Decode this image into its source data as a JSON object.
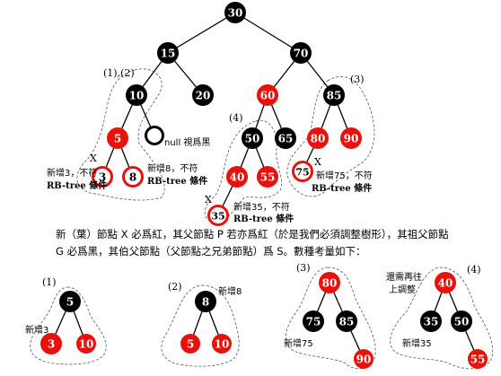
{
  "tree_nodes": {
    "n30": "30",
    "n15": "15",
    "n70": "70",
    "n10": "10",
    "n20": "20",
    "n60": "60",
    "n85": "85",
    "n5": "5",
    "n50": "50",
    "n65": "65",
    "n80": "80",
    "n90": "90",
    "n40": "40",
    "n55": "55",
    "n3": "3",
    "n8": "8",
    "n75": "75",
    "n35": "35"
  },
  "labels": {
    "case12": "(1),(2)",
    "case3": "(3)",
    "case4": "(4)",
    "null_label": "null 視爲黑",
    "x_label": "X",
    "add3_line1": "新增3，不符",
    "add3_line2": "RB-tree 條件",
    "add8_line1": "新增8，不符",
    "add8_line2": "RB-tree 條件",
    "add75_line1": "新增75，不符",
    "add75_line2": "RB-tree 條件",
    "add35_line1": "新增35，不符",
    "add35_line2": "RB-tree 條件"
  },
  "paragraph": {
    "line1": "新（葉）節點 X 必爲紅，其父節點 P 若亦爲紅（於是我們必須調整樹形），其祖父節點",
    "line2": "G 必爲黑，其伯父節點（父節點之兄弟節點）爲 S。數種考量如下："
  },
  "cases": {
    "c1": {
      "tag": "(1)",
      "root": "5",
      "left": "3",
      "right": "10",
      "note": "新增3"
    },
    "c2": {
      "tag": "(2)",
      "root": "8",
      "left": "5",
      "right": "10",
      "note": "新增8"
    },
    "c3": {
      "tag": "(3)",
      "root": "80",
      "left": "75",
      "right": "85",
      "child": "90",
      "note": "新增75"
    },
    "c4": {
      "tag": "(4)",
      "root": "40",
      "left": "35",
      "right": "50",
      "child": "55",
      "note": "新增35",
      "note2_line1": "還需再往",
      "note2_line2": "上調整"
    }
  },
  "colors": {
    "black_node": "#000000",
    "red_node": "#e8120c",
    "highlight_ring": "#e8120c",
    "text_on_node": "#ffffff"
  }
}
